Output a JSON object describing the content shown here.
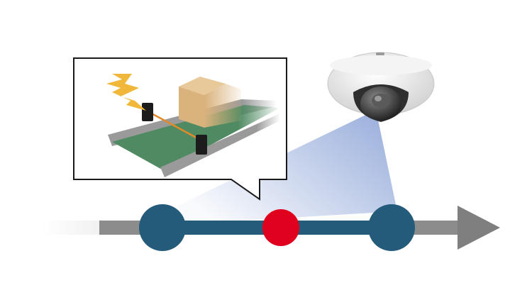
{
  "diagram": {
    "colors": {
      "background": "#ffffff",
      "timeline_gray": "#8c8c8c",
      "timeline_segment": "#245b7a",
      "event_node": "#245b7a",
      "trigger_node": "#e0001e",
      "camera_view": "#8fa6d8",
      "callout_border": "#1a1a1a",
      "conveyor_belt": "#4f8a62",
      "box": "#d9b27c",
      "lightning": "#f0b73a",
      "sensor_beam": "#e08a2a"
    },
    "elements": {
      "timeline": "arrow-right",
      "start_node": "circle",
      "trigger_node": "circle",
      "end_node": "circle",
      "camera": "dome-camera-icon",
      "callout": "speech-bubble",
      "sensor_scene": "conveyor-with-light-barrier"
    }
  }
}
